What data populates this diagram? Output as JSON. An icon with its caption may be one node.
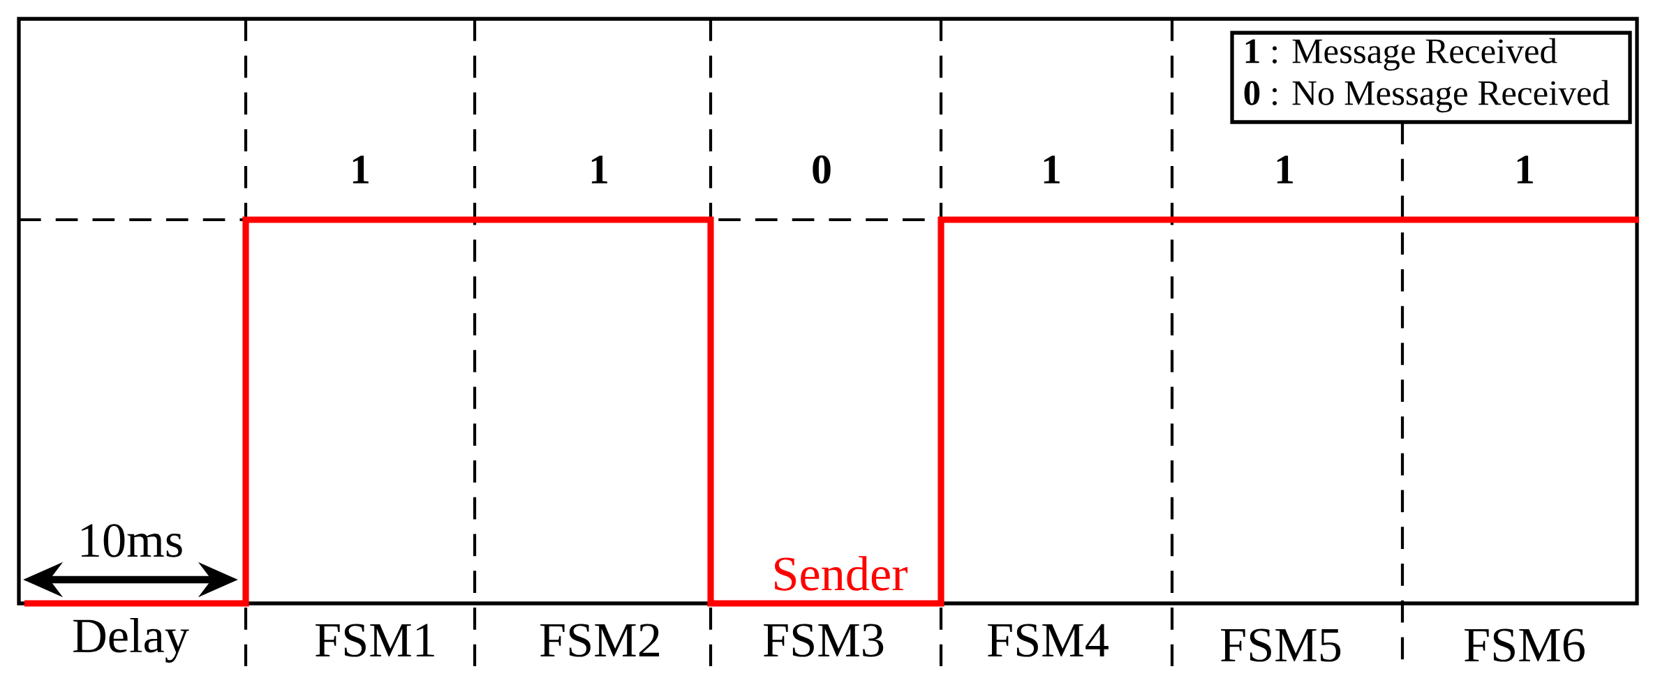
{
  "diagram": {
    "labels": [
      "1",
      "1",
      "0",
      "1",
      "1",
      "1",
      "10ms",
      "Sender",
      "Delay",
      "FSM1",
      "FSM2",
      "FSM3",
      "FSM4",
      "FSM5",
      "FSM6"
    ],
    "legend": [
      {
        "text": "**1** : Message Received"
      },
      {
        "text": "**0** : No Message Received"
      }
    ]
  }
}
